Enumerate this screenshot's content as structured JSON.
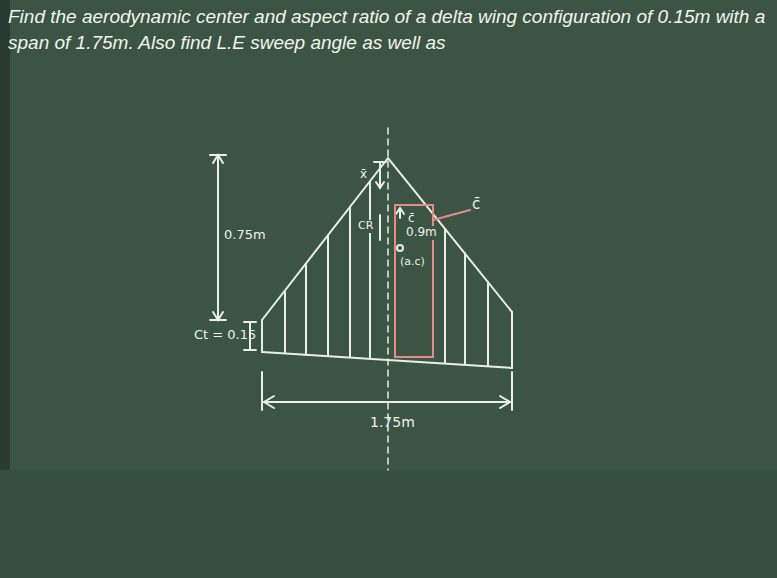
{
  "diagram": {
    "title": "Find the aerodynamic center and aspect ratio of a delta wing configuration of 0.15m with a span of 1.75m. Also find L.E sweep angle as well as",
    "labels": [
      "0.75m",
      "Ct = 0.15",
      "1.75m",
      "x̄",
      "CR",
      "c̄",
      "0.9m",
      "(a.c)",
      "c̄"
    ]
  }
}
